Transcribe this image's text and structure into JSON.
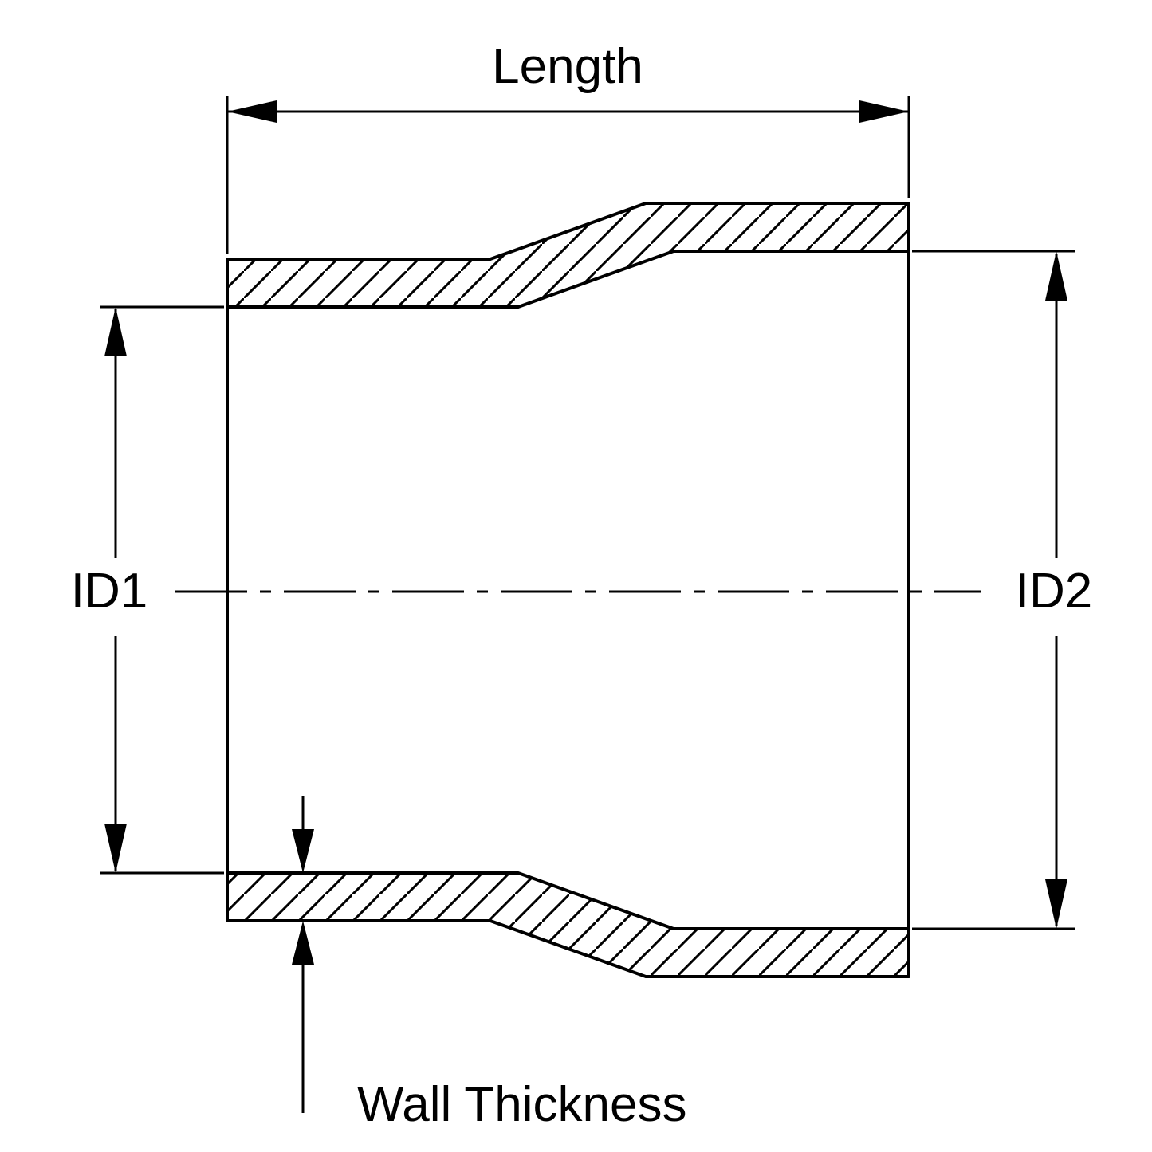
{
  "colors": {
    "line": "#000000",
    "background": "#ffffff"
  },
  "labels": {
    "length": "Length",
    "id1": "ID1",
    "id2": "ID2",
    "wall_thickness": "Wall Thickness"
  }
}
